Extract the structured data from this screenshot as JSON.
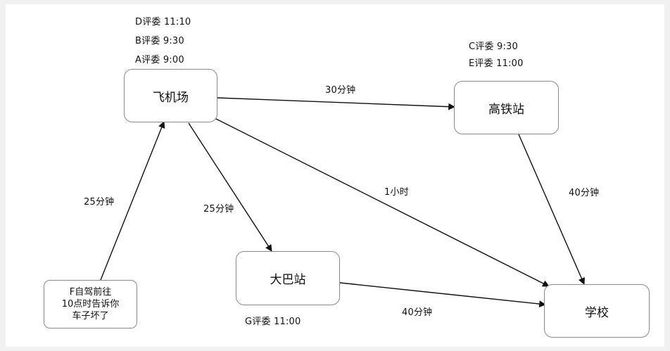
{
  "nodes": {
    "airport": "飞机场",
    "train_station": "高铁站",
    "bus_station": "大巴站",
    "school": "学校",
    "car": [
      "F自驾前往",
      "10点时告诉你",
      "车子坏了"
    ]
  },
  "judges": {
    "d": "D评委 11:10",
    "b": "B评委 9:30",
    "a": "A评委 9:00",
    "c": "C评委 9:30",
    "e": "E评委 11:00",
    "g": "G评委 11:00"
  },
  "edges": {
    "airport_train": "30分钟",
    "train_school": "40分钟",
    "airport_school": "1小时",
    "airport_bus": "25分钟",
    "car_airport": "25分钟",
    "bus_school": "40分钟"
  }
}
